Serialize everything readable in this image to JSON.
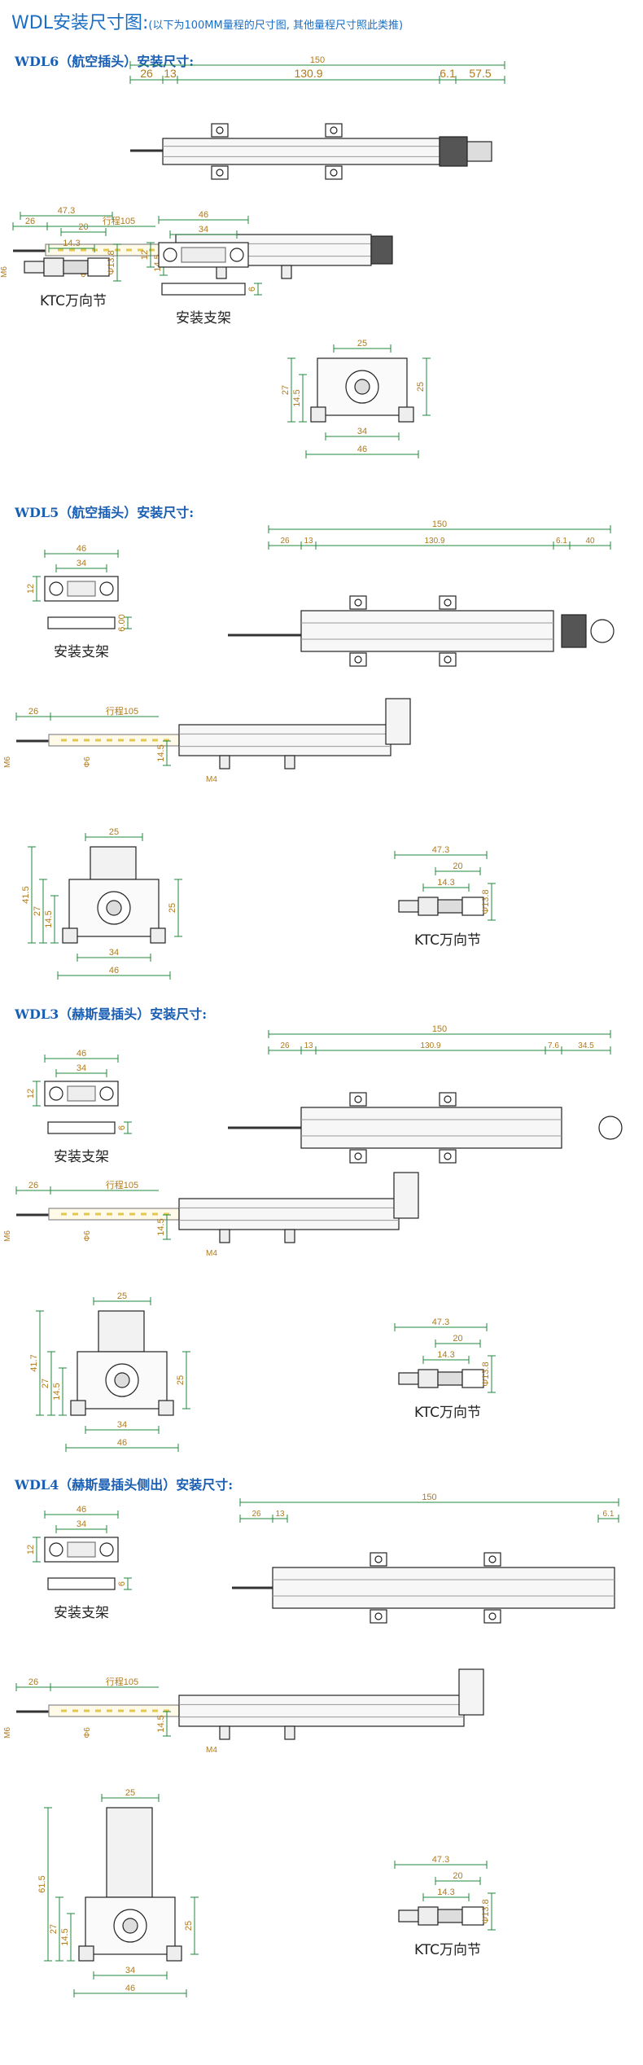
{
  "header": {
    "title": "WDL安装尺寸图:",
    "note": "(以下为100MM量程的尺寸图, 其他量程尺寸照此类推)"
  },
  "sections": [
    {
      "title": "WDL6（航空插头）安装尺寸:"
    },
    {
      "title": "WDL5（航空插头）安装尺寸:"
    },
    {
      "title": "WDL3（赫斯曼插头）安装尺寸:"
    },
    {
      "title": "WDL4（赫斯曼插头侧出）安装尺寸:"
    }
  ],
  "labels": {
    "ktc": "KTC万向节",
    "bracket": "安装支架",
    "m4": "M4",
    "m6": "M6",
    "phi6": "Φ6",
    "phi13": "Φ13.8"
  },
  "dims": {
    "s1": {
      "total": "150",
      "left": "26",
      "d13": "13",
      "body": "130.9",
      "d61": "6.1",
      "tail": "57.5",
      "d26": "26",
      "stroke": "行程105",
      "d145": "14.5",
      "ktcA": "47.3",
      "ktcB": "20",
      "ktcC": "14.3",
      "brW": "46",
      "brH": "34",
      "brT": "12",
      "brS": "6",
      "fW": "25",
      "fH": "25",
      "fL": "27",
      "fM": "14.5",
      "fB": "34",
      "fT": "46"
    },
    "s2": {
      "total": "150",
      "left": "26",
      "d13": "13",
      "body": "130.9",
      "d61": "6.1",
      "tail": "40",
      "d26": "26",
      "stroke": "行程105",
      "d145": "14.5",
      "ktcA": "47.3",
      "ktcB": "20",
      "ktcC": "14.3",
      "brW": "46",
      "brH": "34",
      "brT": "12",
      "brS": "6.00",
      "fW": "25",
      "fH": "25",
      "fL": "41.5",
      "fK": "27",
      "fM": "14.5",
      "fB": "34",
      "fT": "46"
    },
    "s3": {
      "total": "150",
      "left": "26",
      "d13": "13",
      "body": "130.9",
      "d61": "7.6",
      "tail": "34.5",
      "d26": "26",
      "stroke": "行程105",
      "d145": "14.5",
      "ktcA": "47.3",
      "ktcB": "20",
      "ktcC": "14.3",
      "brW": "46",
      "brH": "34",
      "brT": "12",
      "brS": "6",
      "fW": "25",
      "fH": "25",
      "fL": "41.7",
      "fK": "27",
      "fM": "14.5",
      "fB": "34",
      "fT": "46"
    },
    "s4": {
      "total": "150",
      "left": "26",
      "d13": "13",
      "d61": "6.1",
      "d26": "26",
      "stroke": "行程105",
      "d145": "14.5",
      "ktcA": "47.3",
      "ktcB": "20",
      "ktcC": "14.3",
      "brW": "46",
      "brH": "34",
      "brT": "12",
      "brS": "6",
      "fW": "25",
      "fH": "25",
      "fL": "61.5",
      "fK": "27",
      "fM": "14.5",
      "fB": "34",
      "fT": "46"
    }
  }
}
